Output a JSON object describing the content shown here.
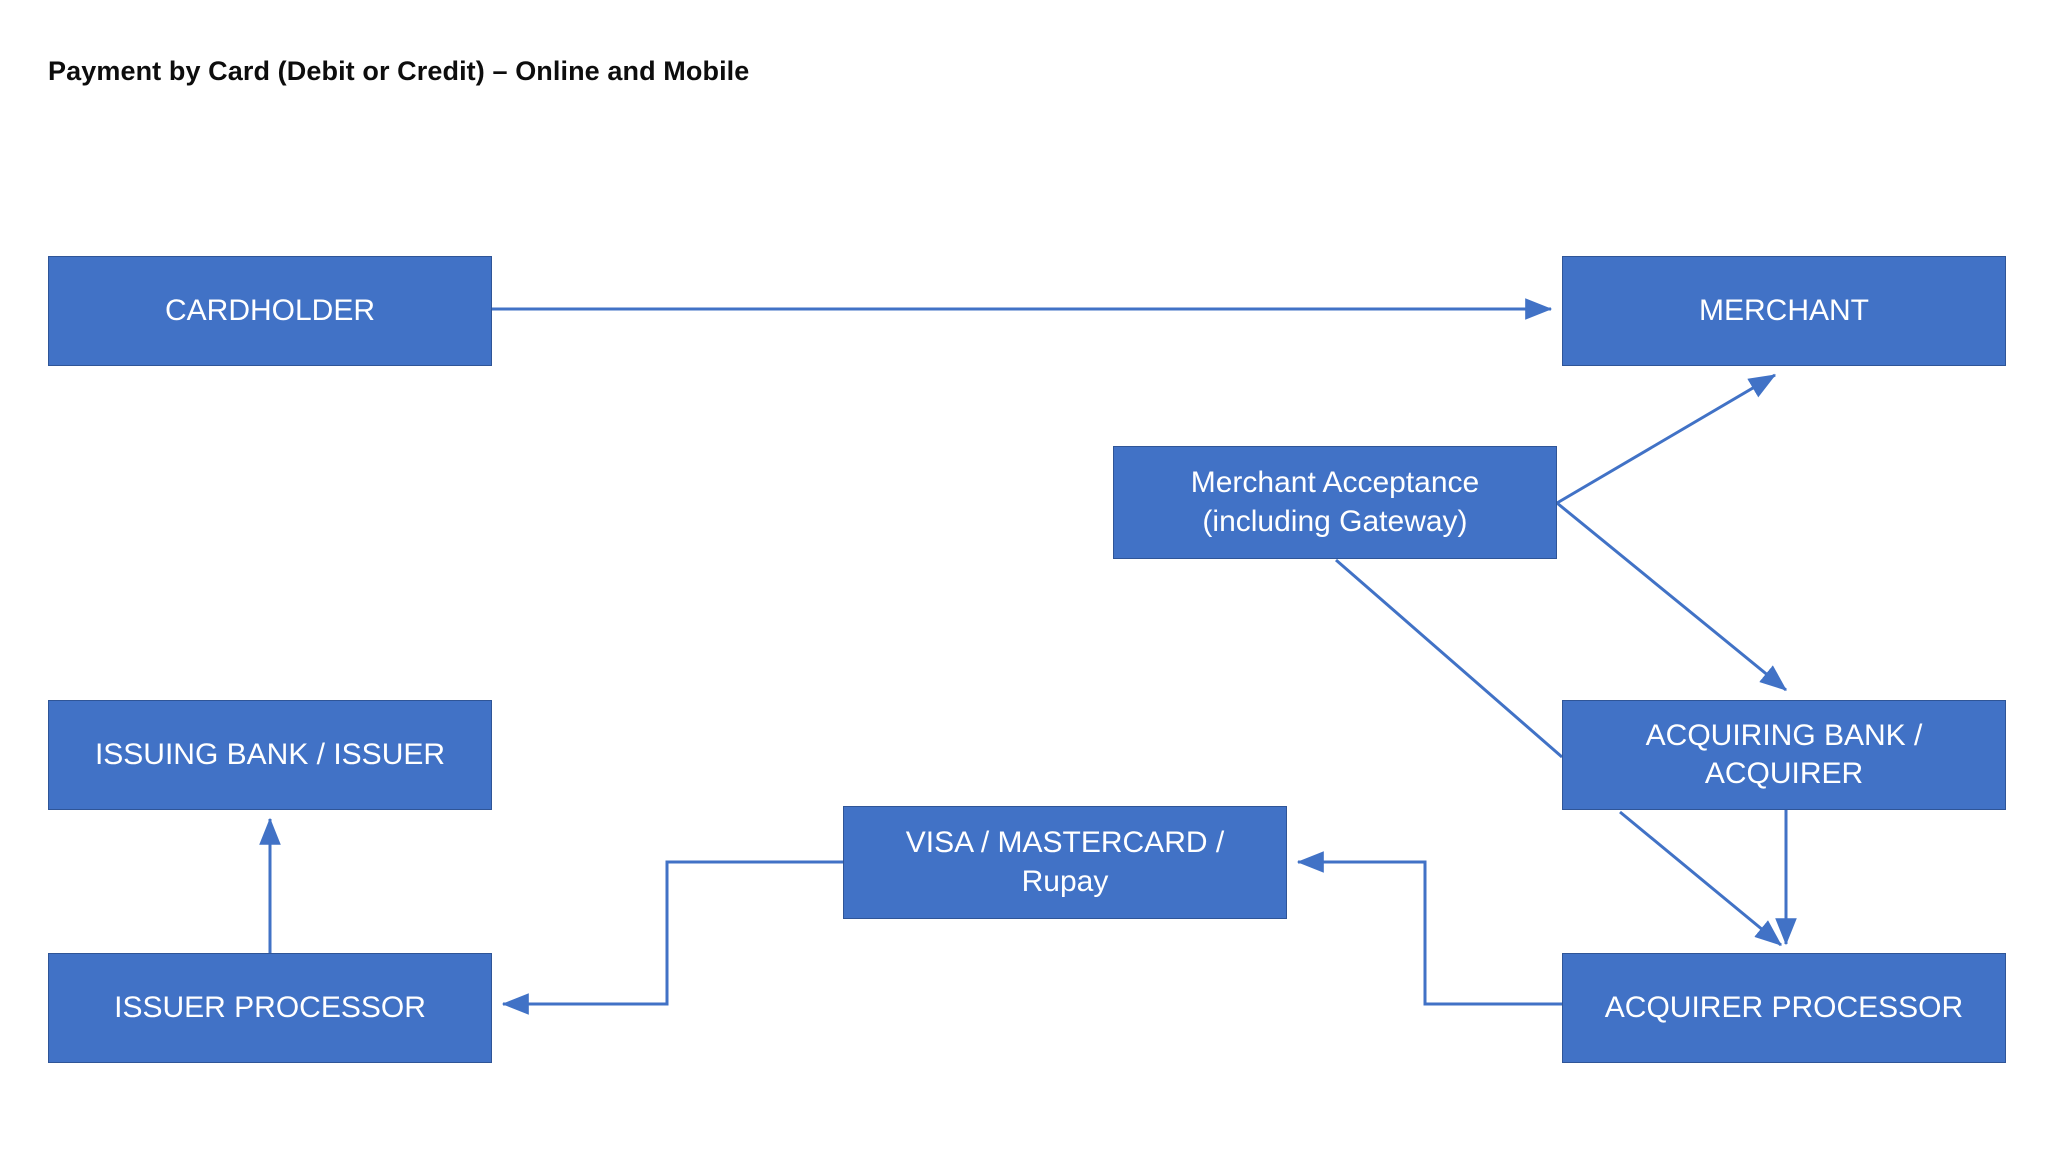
{
  "title": "Payment by Card (Debit or Credit) – Online and Mobile",
  "colors": {
    "node_fill": "#4172C6",
    "node_border": "#2F5597",
    "node_text": "#FFFFFF",
    "edge": "#4172C6",
    "title_text": "#0D0D0D",
    "background": "#FFFFFF"
  },
  "nodes": {
    "cardholder": {
      "label": "CARDHOLDER"
    },
    "merchant": {
      "label": "MERCHANT"
    },
    "merchant_acceptance": {
      "label": "Merchant Acceptance\n(including Gateway)"
    },
    "issuing_bank": {
      "label": "ISSUING BANK / ISSUER"
    },
    "acquiring_bank": {
      "label": "ACQUIRING BANK /\nACQUIRER"
    },
    "card_network": {
      "label": "VISA / MASTERCARD /\nRupay"
    },
    "issuer_processor": {
      "label": "ISSUER PROCESSOR"
    },
    "acquirer_processor": {
      "label": "ACQUIRER PROCESSOR"
    }
  },
  "edges": [
    {
      "id": "cardholder-to-merchant",
      "from": "cardholder",
      "to": "merchant",
      "style": "straight",
      "arrow": true
    },
    {
      "id": "acceptance-to-merchant",
      "from": "merchant_acceptance",
      "to": "merchant",
      "style": "diagonal",
      "arrow": true
    },
    {
      "id": "acceptance-to-acquiring-bank-top",
      "from": "merchant_acceptance",
      "to": "acquiring_bank",
      "style": "diagonal",
      "arrow": true
    },
    {
      "id": "acceptance-to-acquiring-bank-left",
      "from": "merchant_acceptance",
      "to": "acquiring_bank",
      "style": "diagonal",
      "arrow": false
    },
    {
      "id": "acquiring-bank-to-acquirer-processor-diagonal",
      "from": "acquiring_bank",
      "to": "acquirer_processor",
      "style": "diagonal",
      "arrow": true
    },
    {
      "id": "acquiring-bank-to-acquirer-processor-vertical",
      "from": "acquiring_bank",
      "to": "acquirer_processor",
      "style": "straight",
      "arrow": true
    },
    {
      "id": "acquirer-processor-to-network",
      "from": "acquirer_processor",
      "to": "card_network",
      "style": "elbow",
      "arrow": true
    },
    {
      "id": "network-to-issuer-processor",
      "from": "card_network",
      "to": "issuer_processor",
      "style": "elbow",
      "arrow": true
    },
    {
      "id": "issuer-processor-to-issuing-bank",
      "from": "issuer_processor",
      "to": "issuing_bank",
      "style": "straight",
      "arrow": true
    }
  ]
}
